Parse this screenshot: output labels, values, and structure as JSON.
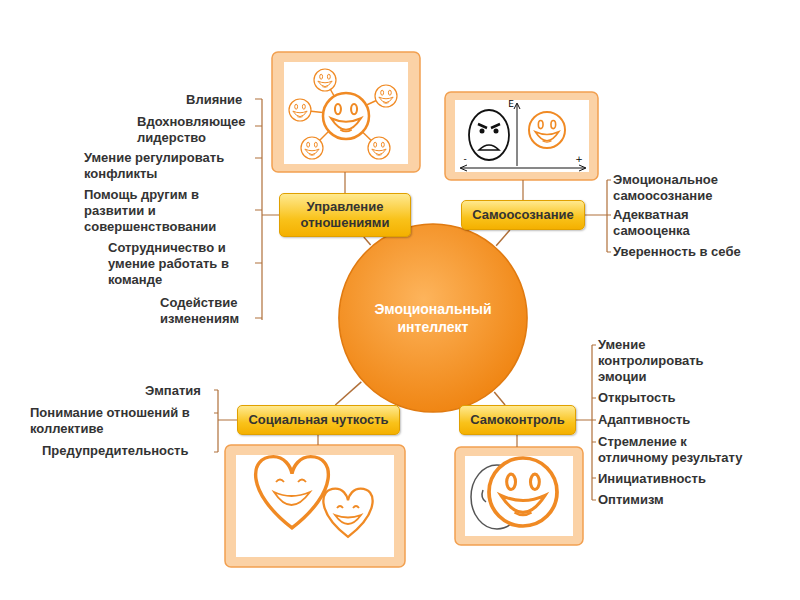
{
  "diagram": {
    "nodes": [
      {
        "text": [
          "Эмоциональный интеллект"
        ]
      },
      {
        "text": [
          "Управление отношениями"
        ]
      },
      {
        "text": [
          "Самоосознание"
        ]
      },
      {
        "text": [
          "Социальная чуткость"
        ]
      },
      {
        "text": [
          "Самоконтроль"
        ]
      }
    ],
    "edges": [
      {
        "from": 0,
        "to": 1,
        "arrow": "none"
      },
      {
        "from": 0,
        "to": 2,
        "arrow": "none"
      },
      {
        "from": 0,
        "to": 3,
        "arrow": "none"
      },
      {
        "from": 0,
        "to": 4,
        "arrow": "none"
      }
    ],
    "labels": [
      "Влияние",
      "Вдохновляющее лидерство",
      "Умение регулировать конфликты",
      "Помощь другим в развитии и совершенствовании",
      "Сотрудничество и умение работать в команде",
      "Содействие изменениям",
      "Эмоциональное самоосознание",
      "Адекватная самооценка",
      "Уверенность в себе",
      "Умение контролировать эмоции",
      "Открытость",
      "Адаптивность",
      "Стремление к отличному результату",
      "Инициативность",
      "Оптимизм",
      "Эмпатия",
      "Понимание отношений в коллективе",
      "Предупредительность",
      "E",
      "-",
      "+"
    ]
  }
}
